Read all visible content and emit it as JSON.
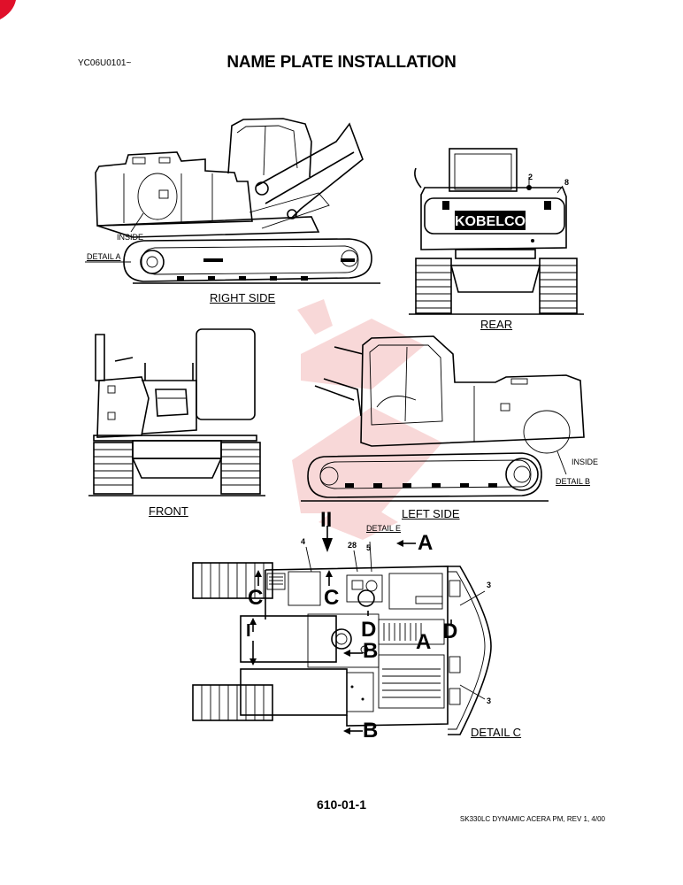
{
  "header": {
    "doc_id": "YC06U0101~",
    "title": "NAME PLATE INSTALLATION"
  },
  "views": {
    "right_side": "RIGHT SIDE",
    "rear": "REAR",
    "front": "FRONT",
    "left_side": "LEFT SIDE"
  },
  "callouts": {
    "inside_a": "INSIDE",
    "detail_a": "DETAIL  A",
    "inside_b": "INSIDE",
    "detail_b": "DETAIL  B",
    "detail_c": "DETAIL  C",
    "detail_e": "DETAIL  E",
    "kobelco": "KOBELCO",
    "rear_2": "2",
    "rear_8": "8",
    "top_4": "4",
    "top_28": "28",
    "top_5": "5",
    "top_3a": "3",
    "top_3b": "3",
    "section_ii": "II",
    "section_i": "I",
    "letter_c1": "C",
    "letter_c2": "C",
    "letter_a1": "A",
    "letter_a2": "A",
    "letter_b1": "B",
    "letter_b2": "B",
    "letter_d1": "D",
    "letter_d2": "D"
  },
  "footer": {
    "page": "610-01-1",
    "revision": "SK330LC DYNAMIC ACERA PM, REV 1, 4/00"
  },
  "colors": {
    "ink": "#000000",
    "watermark": "#f2b8b8",
    "corner_mark": "#e0102a"
  }
}
